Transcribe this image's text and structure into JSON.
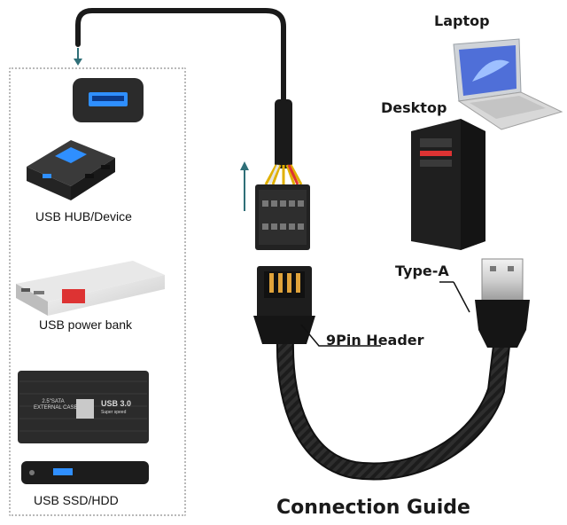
{
  "device_labels": {
    "hub": "USB HUB/Device",
    "power_bank": "USB power bank",
    "ssd": "USB SSD/HDD"
  },
  "connection_labels": {
    "laptop": "Laptop",
    "desktop": "Desktop",
    "type_a": "Type-A",
    "header": "9Pin Header"
  },
  "enclosure_text": {
    "line1": "2.5\"SATA",
    "line2": "EXTERNAL CASE",
    "usb3": "USB 3.0",
    "usb3_sub": "Super speed"
  },
  "guide_title": "Connection Guide",
  "colors": {
    "arrow": "#2f6f78",
    "cable": "#1a1a1a",
    "usb_blue": "#2f8fff",
    "device_dark": "#2b2b2b"
  }
}
